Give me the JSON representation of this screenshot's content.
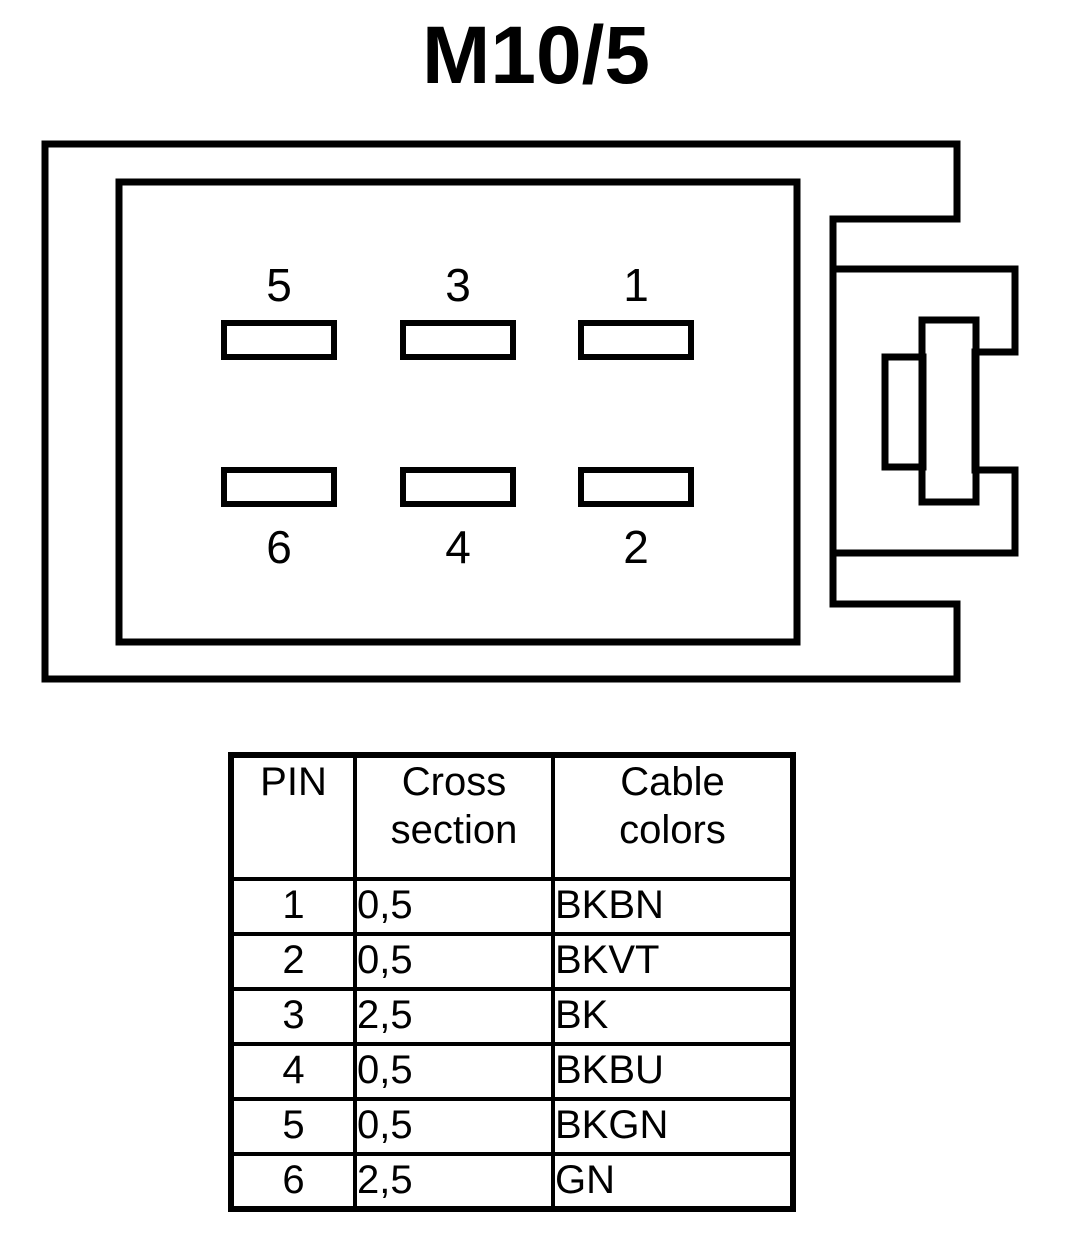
{
  "title": "M10/5",
  "connector": {
    "name": "6-way-connector-face-view",
    "top_row_pins": [
      "5",
      "3",
      "1"
    ],
    "bottom_row_pins": [
      "6",
      "4",
      "2"
    ],
    "latch_name": "locking-latch",
    "line_color": "#000000",
    "fill_color": "#ffffff"
  },
  "table": {
    "headers": {
      "pin": {
        "line1": "PIN",
        "line2": ""
      },
      "cross_section": {
        "line1": "Cross",
        "line2": "section"
      },
      "cable_colors": {
        "line1": "Cable",
        "line2": "colors"
      }
    },
    "rows": [
      {
        "pin": "1",
        "cross_section": "0,5",
        "cable_colors": "BKBN"
      },
      {
        "pin": "2",
        "cross_section": "0,5",
        "cable_colors": "BKVT"
      },
      {
        "pin": "3",
        "cross_section": "2,5",
        "cable_colors": "BK"
      },
      {
        "pin": "4",
        "cross_section": "0,5",
        "cable_colors": "BKBU"
      },
      {
        "pin": "5",
        "cross_section": "0,5",
        "cable_colors": "BKGN"
      },
      {
        "pin": "6",
        "cross_section": "2,5",
        "cable_colors": "GN"
      }
    ]
  }
}
